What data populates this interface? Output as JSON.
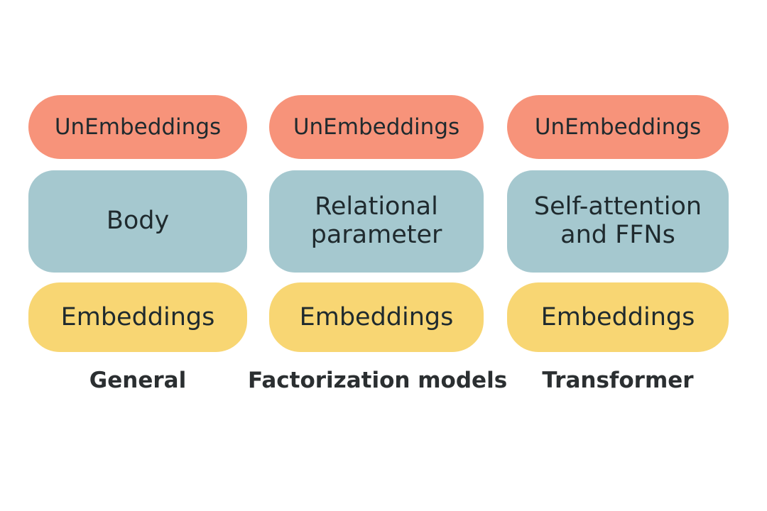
{
  "colors": {
    "unembeddings": "#f7937a",
    "body": "#a5c8cf",
    "embeddings": "#f8d673",
    "text": "#1f2a2e",
    "caption": "#2b2f31"
  },
  "columns": [
    {
      "unembeddings": "UnEmbeddings",
      "body_lines": [
        "Body"
      ],
      "embeddings": "Embeddings",
      "caption": "General"
    },
    {
      "unembeddings": "UnEmbeddings",
      "body_lines": [
        "Relational",
        "parameter"
      ],
      "embeddings": "Embeddings",
      "caption": "Factorization models"
    },
    {
      "unembeddings": "UnEmbeddings",
      "body_lines": [
        "Self-attention",
        "and FFNs"
      ],
      "embeddings": "Embeddings",
      "caption": "Transformer"
    }
  ]
}
